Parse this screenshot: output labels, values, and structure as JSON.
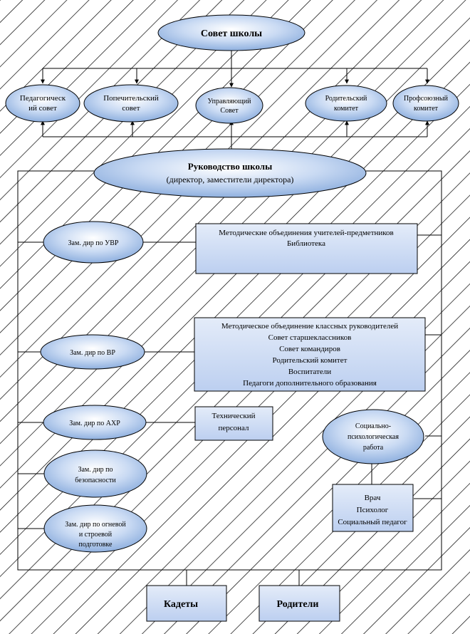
{
  "nodes": {
    "school_council": "Совет школы",
    "pedagogical_council": [
      "Педагогическ",
      "ий совет"
    ],
    "trustees_council": [
      "Попечительский",
      "совет"
    ],
    "governing_council": [
      "Управляющий",
      "Совет"
    ],
    "parents_committee_top": [
      "Родительский",
      "комитет"
    ],
    "trade_union_committee": [
      "Профсоюзный",
      "комитет"
    ],
    "school_management": [
      "Руководство школы",
      "(директор, заместители директора)"
    ],
    "deputy_uvr": "Зам. дир по УВР",
    "deputy_vr": "Зам. дир по ВР",
    "deputy_ahr": "Зам. дир по АХР",
    "deputy_security": [
      "Зам. дир по",
      "безопасности"
    ],
    "deputy_drill": [
      "Зам. дир по огневой",
      "и строевой",
      "подготовке"
    ],
    "box_methodical_subject": [
      "Методические объединения учителей-предметников",
      "Библиотека"
    ],
    "box_class_teachers": [
      "Методическое объединение классных руководителей",
      "Совет старшеклассников",
      "Совет командиров",
      "Родительский комитет",
      "Воспитатели",
      "Педагоги дополнительного образования"
    ],
    "box_technical": [
      "Технический",
      "персонал"
    ],
    "social_psych_work": [
      "Социально-",
      "психологическая",
      "работа"
    ],
    "box_medical": [
      "Врач",
      "Психолог",
      "Социальный педагог"
    ],
    "cadets": "Кадеты",
    "parents": "Родители"
  }
}
